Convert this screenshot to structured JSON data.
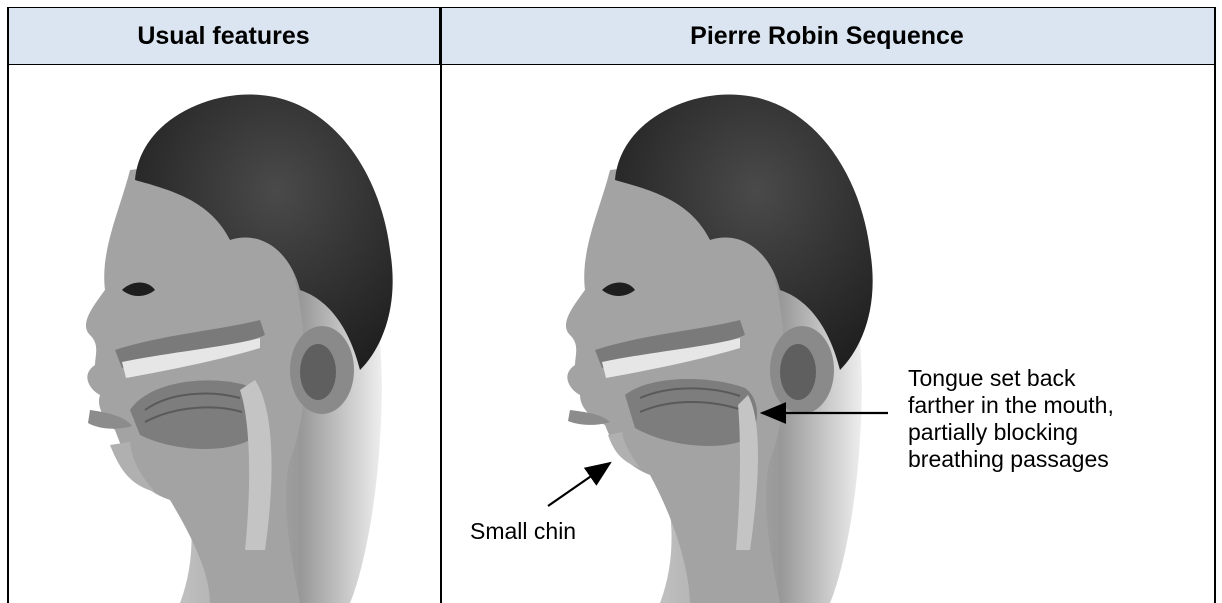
{
  "columns": [
    {
      "header": "Usual features"
    },
    {
      "header": "Pierre Robin Sequence"
    }
  ],
  "annotations": {
    "tongue": [
      "Tongue set back",
      "farther in the mouth,",
      "partially blocking",
      "breathing passages"
    ],
    "chin": "Small chin"
  },
  "colors": {
    "header_bg": "#dbe5f1",
    "hair": "#3a3a3a",
    "skin": "#9a9a9a",
    "tongue": "#7d7d7d",
    "airway": "#bdbdbd"
  }
}
